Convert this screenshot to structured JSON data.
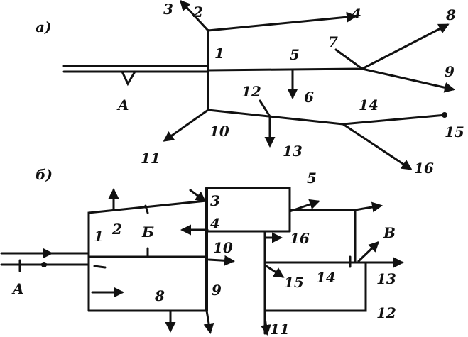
{
  "diagram_a": {
    "panel_label": "а)",
    "labels": {
      "n1": "1",
      "n2": "2",
      "n3": "3",
      "n4": "4",
      "n5": "5",
      "n6": "6",
      "n7": "7",
      "n8": "8",
      "n9": "9",
      "n10": "10",
      "n11": "11",
      "n12": "12",
      "n13": "13",
      "n14": "14",
      "n15": "15",
      "n16": "16",
      "input": "A"
    }
  },
  "diagram_b": {
    "panel_label": "б)",
    "labels": {
      "n1": "1",
      "n2": "2",
      "n3": "3",
      "n4": "4",
      "n5": "5",
      "n8": "8",
      "n9": "9",
      "n10": "10",
      "n11": "11",
      "n12": "12",
      "n13": "13",
      "n14": "14",
      "n15": "15",
      "n16": "16",
      "zone_b": "Б",
      "zone_v": "В",
      "input": "A"
    }
  }
}
